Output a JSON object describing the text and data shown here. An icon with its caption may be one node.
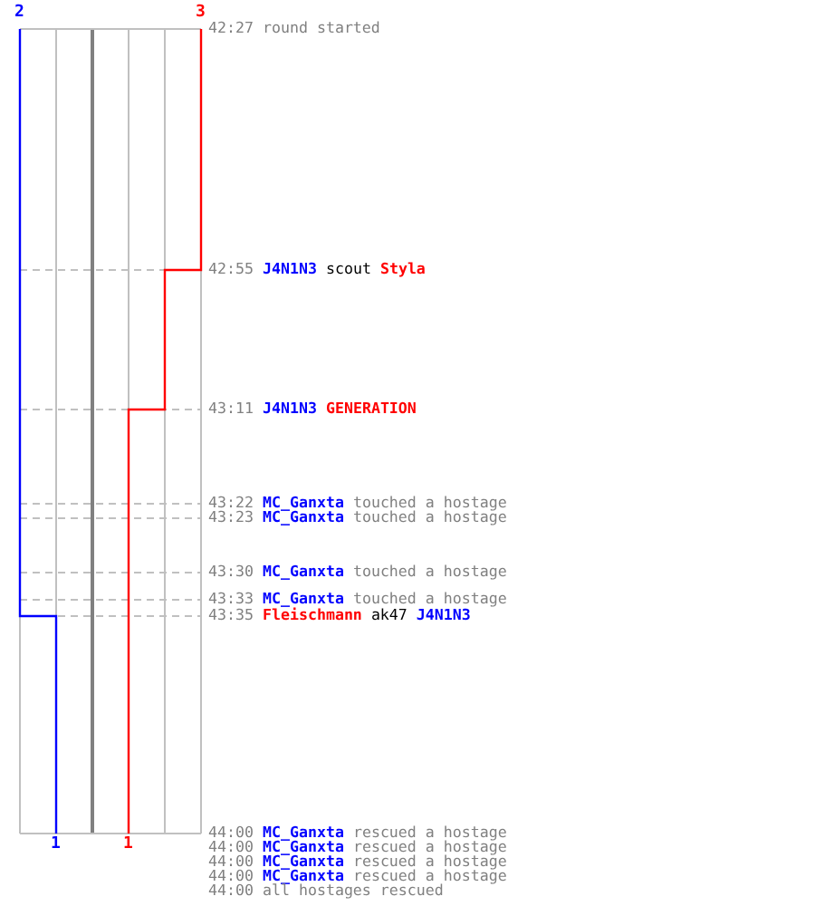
{
  "diagram": {
    "labels": [
      "2",
      "3",
      "42:27",
      "round started",
      "42:55",
      "J4N1N3",
      "scout",
      "Styla",
      "43:11",
      "J4N1N3",
      "GENERATION",
      "43:22",
      "MC_Ganxta",
      "touched a hostage",
      "43:23",
      "MC_Ganxta",
      "touched a hostage",
      "43:30",
      "MC_Ganxta",
      "touched a hostage",
      "43:33",
      "MC_Ganxta",
      "touched a hostage",
      "43:35",
      "Fleischmann",
      "ak47",
      "J4N1N3",
      "44:00",
      "MC_Ganxta",
      "rescued a hostage",
      "44:00",
      "MC_Ganxta",
      "rescued a hostage",
      "44:00",
      "MC_Ganxta",
      "rescued a hostage",
      "44:00",
      "MC_Ganxta",
      "rescued a hostage",
      "44:00",
      "all hostages rescued",
      "1",
      "1"
    ]
  }
}
